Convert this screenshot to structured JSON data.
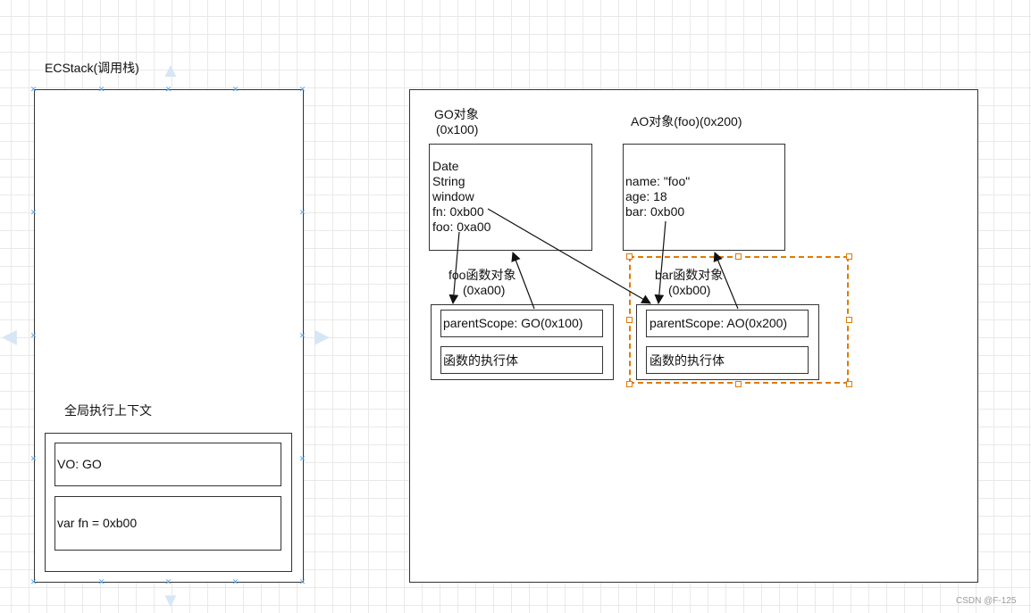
{
  "stack": {
    "title": "ECStack(调用栈)",
    "context_title": "全局执行上下文",
    "vo_label": "VO: GO",
    "var_label": "var fn = 0xb00"
  },
  "go": {
    "title_line1": "GO对象",
    "title_line2": "(0x100)",
    "props": [
      "Date",
      "String",
      "window",
      "fn: 0xb00",
      "foo: 0xa00"
    ]
  },
  "ao": {
    "title": "AO对象(foo)(0x200)",
    "props": [
      "name: \"foo\"",
      "age: 18",
      "bar: 0xb00"
    ]
  },
  "foo_fn": {
    "title_line1": "foo函数对象",
    "title_line2": "(0xa00)",
    "scope": "parentScope: GO(0x100)",
    "body": "函数的执行体"
  },
  "bar_fn": {
    "title_line1": "bar函数对象",
    "title_line2": "(0xb00)",
    "scope": "parentScope: AO(0x200)",
    "body": "函数的执行体"
  },
  "colors": {
    "selection": "#e07a00",
    "handle": "#57a6e8"
  },
  "watermark": "CSDN @F-125"
}
